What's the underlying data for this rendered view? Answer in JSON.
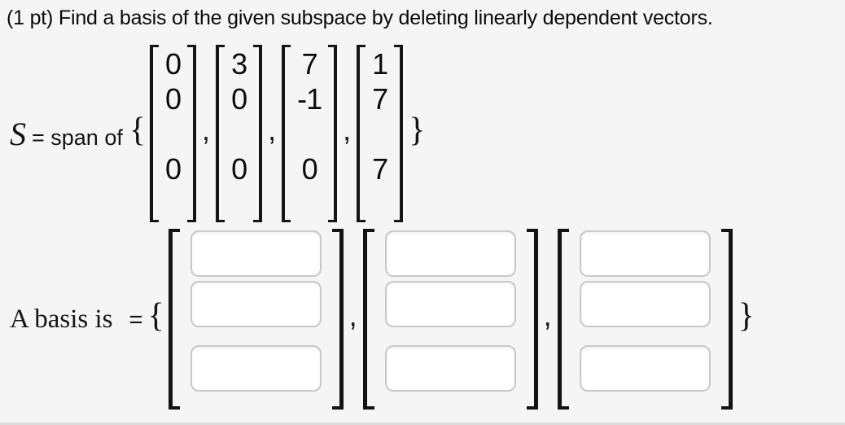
{
  "title": "(1 pt) Find a basis of the given subspace by deleting linearly dependent vectors.",
  "colors": {
    "background": "#f5f5f5",
    "text": "#141414",
    "bracket": "#151515",
    "input_border": "#c9c9c9",
    "input_background": "#ffffff",
    "bottom_edge": "#dcdcdc"
  },
  "span_row": {
    "symbol": "S",
    "rest": "= span of",
    "open_brace": "{",
    "close_brace": "}",
    "separator": ",",
    "vectors": [
      {
        "rows": [
          "0",
          "0",
          "",
          "0"
        ]
      },
      {
        "rows": [
          "3",
          "0",
          "",
          "0"
        ]
      },
      {
        "rows": [
          "7",
          "-1",
          "",
          "0"
        ]
      },
      {
        "rows": [
          "1",
          "7",
          "",
          "7"
        ]
      }
    ]
  },
  "basis_row": {
    "label": "A basis is",
    "equals": "=",
    "open_brace": "{",
    "close_brace": "}",
    "separator": ",",
    "answers": [
      {
        "inputs": [
          {
            "value": "",
            "placeholder": ""
          },
          {
            "value": "",
            "placeholder": ""
          },
          {
            "value": "",
            "placeholder": ""
          }
        ]
      },
      {
        "inputs": [
          {
            "value": "",
            "placeholder": ""
          },
          {
            "value": "",
            "placeholder": ""
          },
          {
            "value": "",
            "placeholder": ""
          }
        ]
      },
      {
        "inputs": [
          {
            "value": "",
            "placeholder": ""
          },
          {
            "value": "",
            "placeholder": ""
          },
          {
            "value": "",
            "placeholder": ""
          }
        ]
      }
    ]
  }
}
